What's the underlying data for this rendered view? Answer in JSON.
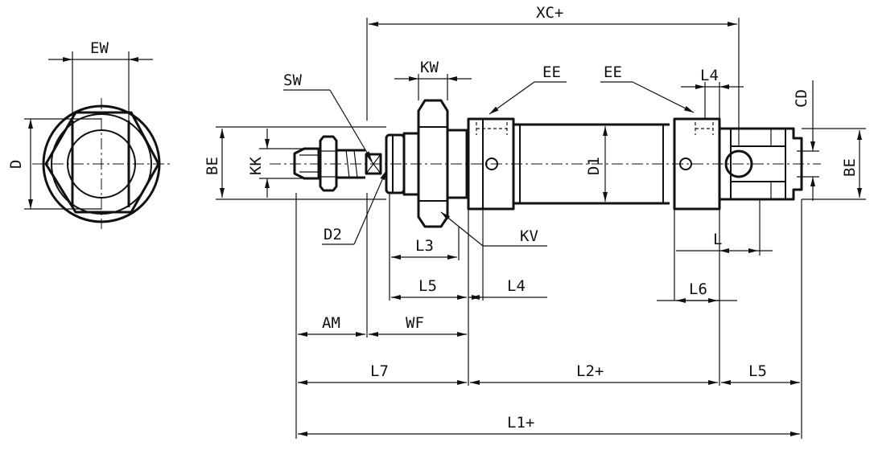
{
  "labels": {
    "ew": "EW",
    "d": "D",
    "xc": "XC+",
    "kw": "KW",
    "sw": "SW",
    "ee_left": "EE",
    "ee_right": "EE",
    "l4_top": "L4",
    "cd": "CD",
    "be_left": "BE",
    "kk": "KK",
    "d1": "D1",
    "be_right": "BE",
    "d2": "D2",
    "kv": "KV",
    "l3": "L3",
    "l": "L",
    "l5_mid": "L5",
    "l4_mid": "L4",
    "l6": "L6",
    "am": "AM",
    "wf": "WF",
    "l7": "L7",
    "l2": "L2+",
    "l5_right": "L5",
    "l1": "L1+"
  }
}
